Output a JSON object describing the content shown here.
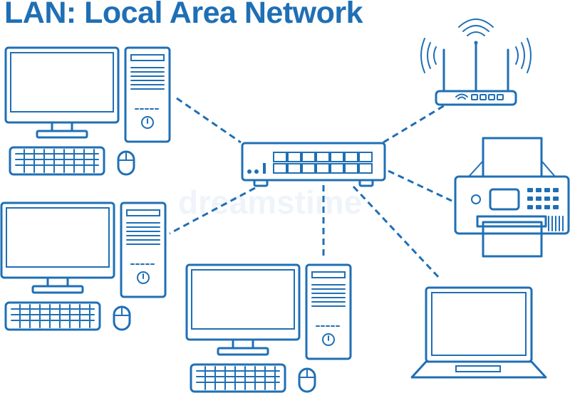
{
  "title": "LAN: Local Area Network",
  "watermark": "dreamstime",
  "colors": {
    "primary": "#1f6fb5",
    "background": "#ffffff"
  },
  "nodes": [
    {
      "id": "switch",
      "kind": "network-switch",
      "icon": "switch-icon"
    },
    {
      "id": "router",
      "kind": "wireless-router",
      "icon": "router-icon"
    },
    {
      "id": "printer",
      "kind": "printer",
      "icon": "printer-icon"
    },
    {
      "id": "laptop",
      "kind": "laptop",
      "icon": "laptop-icon"
    },
    {
      "id": "pc-top-left",
      "kind": "desktop-computer",
      "icon": "desktop-computer-icon"
    },
    {
      "id": "pc-middle-left",
      "kind": "desktop-computer",
      "icon": "desktop-computer-icon"
    },
    {
      "id": "pc-bottom-center",
      "kind": "desktop-computer",
      "icon": "desktop-computer-icon"
    }
  ],
  "links": [
    {
      "from": "switch",
      "to": "pc-top-left",
      "style": "dashed"
    },
    {
      "from": "switch",
      "to": "router",
      "style": "dashed"
    },
    {
      "from": "switch",
      "to": "printer",
      "style": "dashed"
    },
    {
      "from": "switch",
      "to": "pc-middle-left",
      "style": "dashed"
    },
    {
      "from": "switch",
      "to": "pc-bottom-center",
      "style": "dashed"
    },
    {
      "from": "switch",
      "to": "laptop",
      "style": "dashed"
    }
  ]
}
